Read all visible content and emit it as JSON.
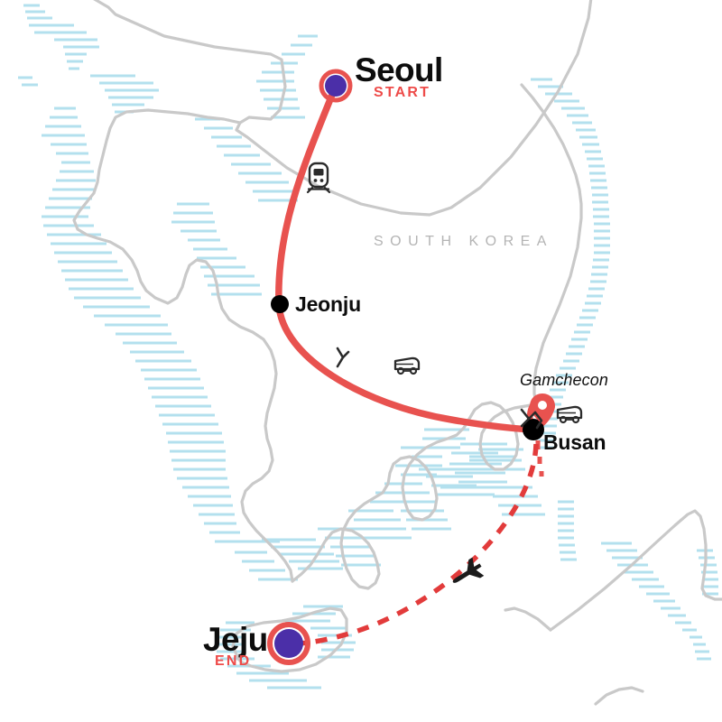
{
  "map": {
    "region_label": "SOUTH KOREA",
    "background_color": "#ffffff",
    "coast_color": "#c9c9c9",
    "hatch_color": "#b3e0ee",
    "route_color": "#e8524f",
    "flight_color": "#e23b3b",
    "marker_core_color": "#4b2fa8",
    "accent_text_color": "#ee4b49"
  },
  "stops": {
    "seoul": {
      "name": "Seoul",
      "badge": "START"
    },
    "jeonju": {
      "name": "Jeonju"
    },
    "busan": {
      "name": "Busan"
    },
    "gamchecon": {
      "name": "Gamchecon"
    },
    "jeju": {
      "name": "Jeju",
      "badge": "END"
    }
  },
  "transport_icons": [
    {
      "name": "train-icon",
      "segment": "Seoul to Jeonju"
    },
    {
      "name": "hiker-icon",
      "segment": "Jeonju to Busan"
    },
    {
      "name": "bus-icon",
      "segment": "Jeonju to Busan"
    },
    {
      "name": "hiker-icon",
      "segment": "Busan local"
    },
    {
      "name": "bus-icon",
      "segment": "Busan local"
    },
    {
      "name": "plane-icon",
      "segment": "Busan to Jeju"
    }
  ]
}
